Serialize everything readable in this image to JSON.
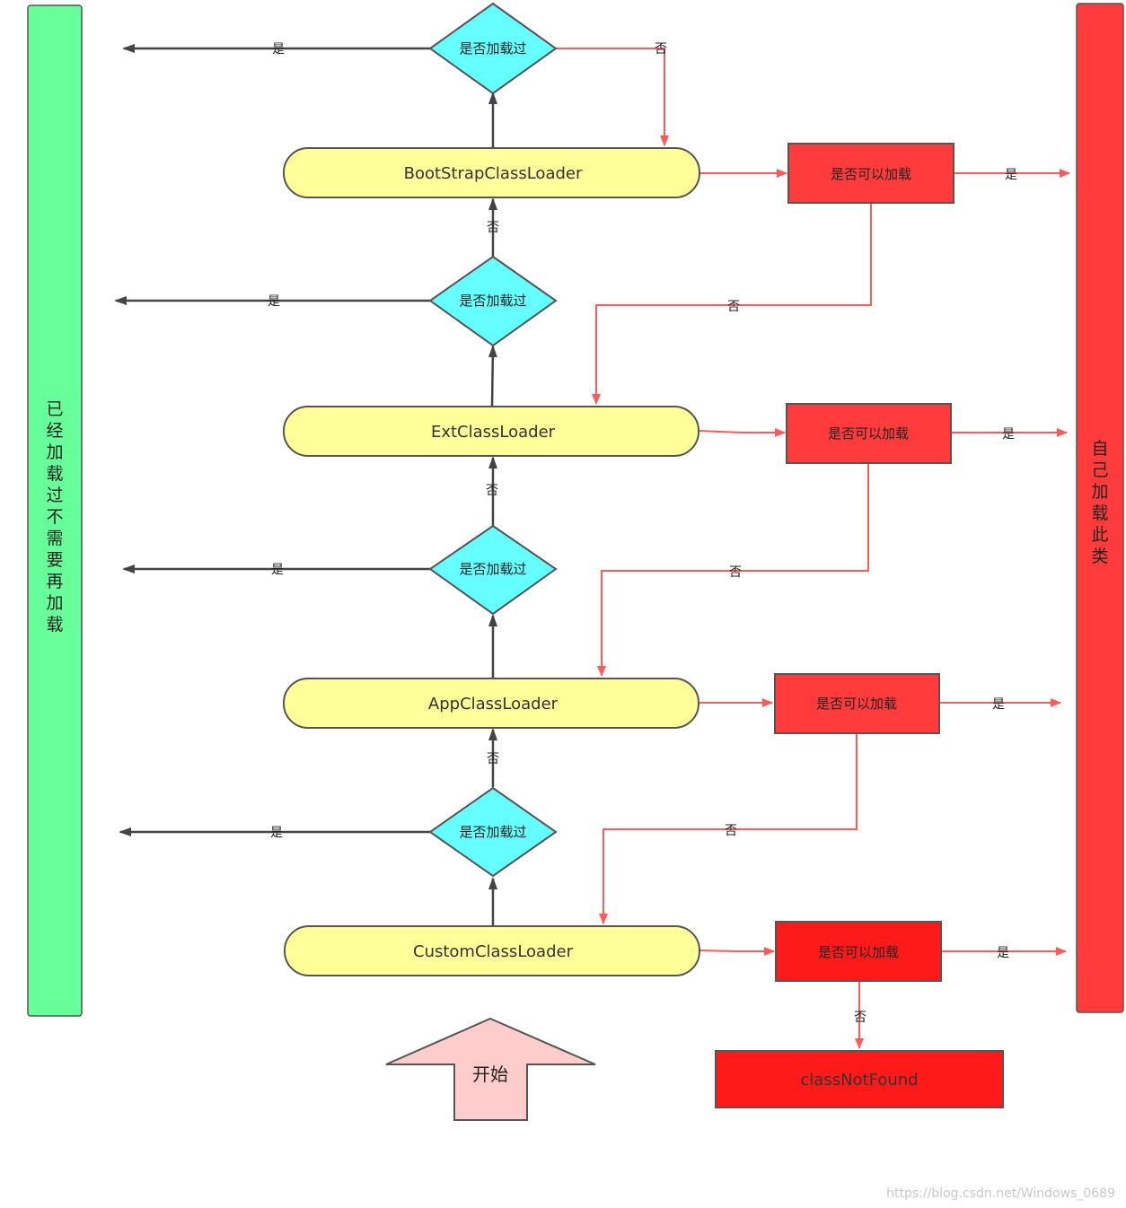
{
  "left_bar": {
    "label": "已经加载过不需要再加载",
    "color": "#66ff99"
  },
  "right_bar": {
    "label": "自己加载此类",
    "color": "#ff3b3b"
  },
  "yes_label": "是",
  "no_label": "否",
  "check_loaded_label": "是否加载过",
  "can_load_label": "是否可以加载",
  "loaders": [
    {
      "name": "BootStrapClassLoader"
    },
    {
      "name": "ExtClassLoader"
    },
    {
      "name": "AppClassLoader"
    },
    {
      "name": "CustomClassLoader"
    }
  ],
  "start_label": "开始",
  "not_found_label": "classNotFound",
  "colors": {
    "loader_fill": "#ffff99",
    "diamond_fill": "#66ffff",
    "box_fill": "#ff3b3b",
    "not_found_fill": "#ff1a1a",
    "start_fill": "#ffcccc",
    "red_line": "#ff5a5a",
    "dark_line": "#444444"
  },
  "watermark": "https://blog.csdn.net/Windows_0689"
}
